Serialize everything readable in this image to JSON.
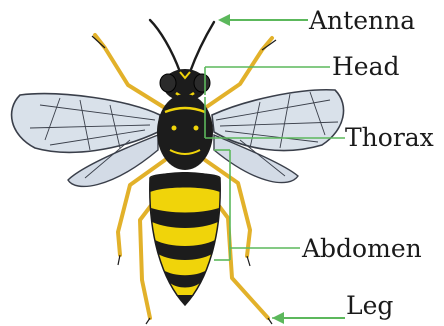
{
  "labels": {
    "antenna": "Antenna",
    "head": "Head",
    "thorax": "Thorax",
    "abdomen": "Abdomen",
    "leg": "Leg"
  },
  "colors": {
    "leader_line": "#5cb85c",
    "body_black": "#1c1c1c",
    "stripe_yellow": "#f0d40a",
    "leg_yellow": "#e2b12a",
    "wing_fill": "#d9e1ea",
    "wing_vein": "#3a3f4a"
  }
}
